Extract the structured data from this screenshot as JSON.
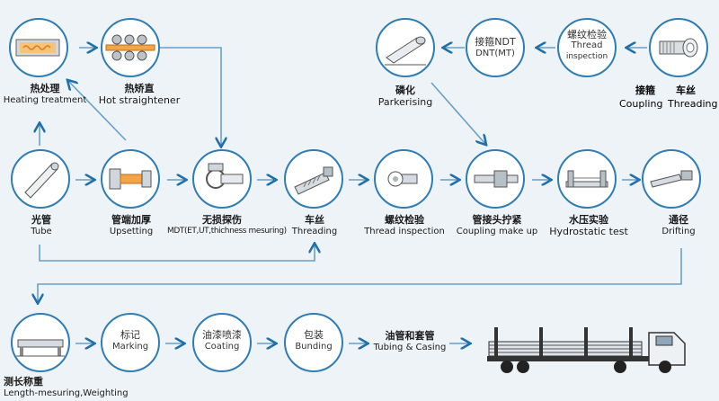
{
  "steps": {
    "heat": {
      "zh": "热处理",
      "en": "Heating treatment"
    },
    "hot": {
      "zh": "热矫直",
      "en": "Hot straightener"
    },
    "park": {
      "zh": "磷化",
      "en": "Parkerising"
    },
    "ndt": {
      "line1": "接箍NDT",
      "line2": "DNT(MT)"
    },
    "thr_ins": {
      "zh": "螺纹检验",
      "en1": "Thread",
      "en2": "inspection"
    },
    "coup_thr": {
      "zh_a": "接箍",
      "zh_b": "车丝",
      "en_a": "Coupling",
      "en_b": "Threading"
    },
    "tube": {
      "zh": "光管",
      "en": "Tube"
    },
    "upset": {
      "zh": "管端加厚",
      "en": "Upsetting"
    },
    "mdt": {
      "zh": "无损探伤",
      "en": "MDT(ET,UT,thichness mesuring)"
    },
    "thread": {
      "zh": "车丝",
      "en": "Threading"
    },
    "thr2": {
      "zh": "螺纹检验",
      "en": "Thread inspection"
    },
    "cmu": {
      "zh": "管接头拧紧",
      "en": "Coupling make up"
    },
    "hydro": {
      "zh": "水压实验",
      "en": "Hydrostatic test"
    },
    "drift": {
      "zh": "通径",
      "en": "Drifting"
    },
    "length": {
      "zh": "测长称重",
      "en": "Length-mesuring,Weighting"
    },
    "mark": {
      "zh": "标记",
      "en": "Marking"
    },
    "coat": {
      "zh": "油漆喷漆",
      "en": "Coating"
    },
    "bund": {
      "zh": "包装",
      "en": "Bunding"
    },
    "final": {
      "zh": "油管和套管",
      "en": "Tubing & Casing"
    }
  },
  "colors": {
    "line": "#2f7db3",
    "arrow": "#1f6fa8",
    "node_border": "#2f7db3",
    "background": "#eef3f7"
  }
}
